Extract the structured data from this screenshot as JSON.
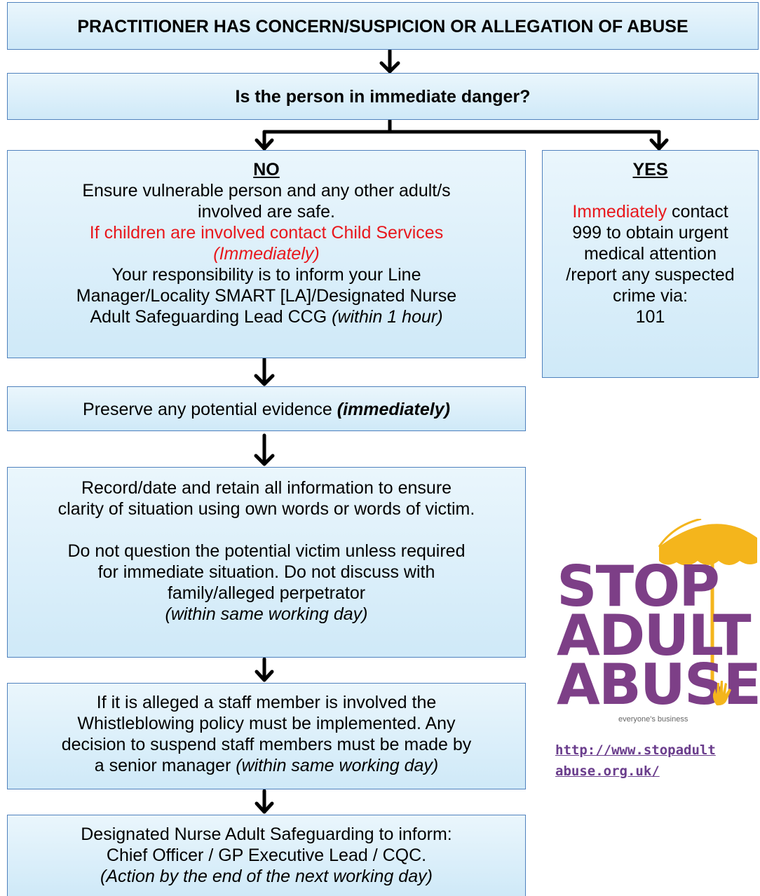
{
  "header": {
    "title": "PRACTITIONER HAS CONCERN/SUSPICION OR ALLEGATION OF ABUSE"
  },
  "question": {
    "text": "Is the person in immediate danger?"
  },
  "no_box": {
    "heading": "NO",
    "line1": "Ensure vulnerable person and any other adult/s",
    "line2": "involved are safe.",
    "red_line": "If children are involved contact Child Services",
    "red_italic": "(Immediately)",
    "line3": "Your responsibility is to inform your Line",
    "line4": "Manager/Locality SMART [LA]/Designated Nurse",
    "line5_text": "Adult Safeguarding Lead CCG ",
    "line5_italic": "(within 1 hour)"
  },
  "yes_box": {
    "heading": "YES",
    "red_word": "Immediately",
    "line1_rest": " contact",
    "line2": "999 to obtain urgent",
    "line3": "medical attention",
    "line4": "/report any suspected",
    "line5": "crime via:",
    "line6": "101"
  },
  "evidence_box": {
    "text": "Preserve any potential evidence ",
    "emphasis": "(immediately)"
  },
  "record_box": {
    "line1": "Record/date and retain all information to ensure",
    "line2": "clarity of situation using own words or words of victim.",
    "line3": "Do not question the potential victim unless required",
    "line4": "for immediate situation. Do not discuss with",
    "line5": "family/alleged perpetrator",
    "italic": "(within same working day)"
  },
  "staff_box": {
    "line1": "If it is alleged a staff member is involved the",
    "line2": "Whistleblowing policy must be implemented.  Any",
    "line3": "decision to suspend staff members must be made by",
    "line4_text": "a senior manager ",
    "line4_italic": "(within same working day)"
  },
  "inform_box": {
    "line1": "Designated Nurse Adult Safeguarding to inform:",
    "line2": "Chief Officer / GP Executive Lead / CQC.",
    "italic": "(Action by the end of the next working day)"
  },
  "logo": {
    "word1": "STOP",
    "word2": "ADULT",
    "word3": "ABUSE",
    "tagline": "everyone's business",
    "icons": [
      "umbrella-icon",
      "hand-icon"
    ],
    "colors": {
      "purple": "#7d3f87",
      "yellow": "#f4b51c"
    }
  },
  "link": {
    "line1": "http://www.stopadult",
    "line2": "abuse.org.uk/"
  },
  "colors": {
    "border": "#4f81bd",
    "fill_top": "#eaf6fc",
    "fill_bottom": "#cfe9f8",
    "red": "#e8171c"
  }
}
